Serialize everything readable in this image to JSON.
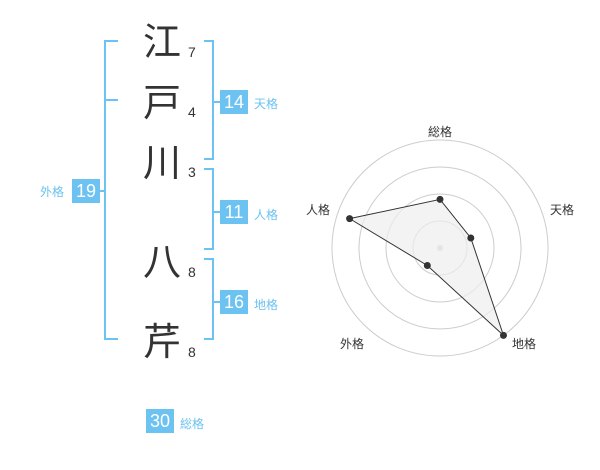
{
  "characters": [
    {
      "char": "江",
      "strokes": "7"
    },
    {
      "char": "戸",
      "strokes": "4"
    },
    {
      "char": "川",
      "strokes": "3"
    },
    {
      "char": "八",
      "strokes": "8"
    },
    {
      "char": "芹",
      "strokes": "8"
    }
  ],
  "scores": {
    "tenkaku": {
      "value": "14",
      "label": "天格"
    },
    "jinkaku": {
      "value": "11",
      "label": "人格"
    },
    "chikaku": {
      "value": "16",
      "label": "地格"
    },
    "gaikaku": {
      "value": "19",
      "label": "外格"
    },
    "soukaku": {
      "value": "30",
      "label": "総格"
    }
  },
  "chart_data": {
    "type": "radar",
    "axes": [
      "総格",
      "天格",
      "地格",
      "外格",
      "人格"
    ],
    "values": [
      0.45,
      0.3,
      1.0,
      0.2,
      0.88
    ],
    "rings": 4,
    "colors": {
      "accent": "#6cc2f0",
      "line": "#333333",
      "fill": "#eeeeee",
      "grid": "#cccccc"
    }
  }
}
